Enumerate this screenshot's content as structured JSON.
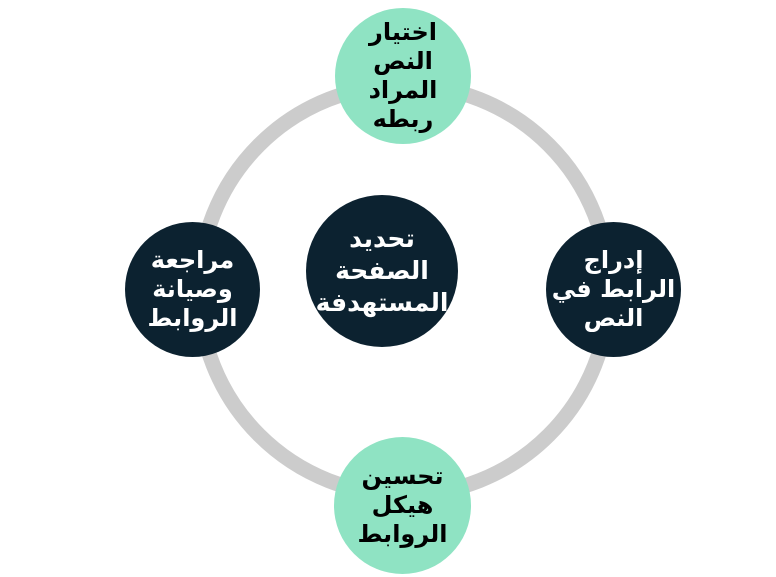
{
  "diagram": {
    "center": "تحديد\nالصفحة\nالمستهدفة",
    "top": "اختيار\nالنص\nالمراد\nربطه",
    "right": "إدراج\nالرابط في\nالنص",
    "bottom": "تحسين\nهيكل\nالروابط",
    "left": "مراجعة\nوصيانة\nالروابط"
  },
  "colors": {
    "dark_node": "#0c2230",
    "light_node": "#8fe3c3",
    "ring": "#cccccc"
  }
}
